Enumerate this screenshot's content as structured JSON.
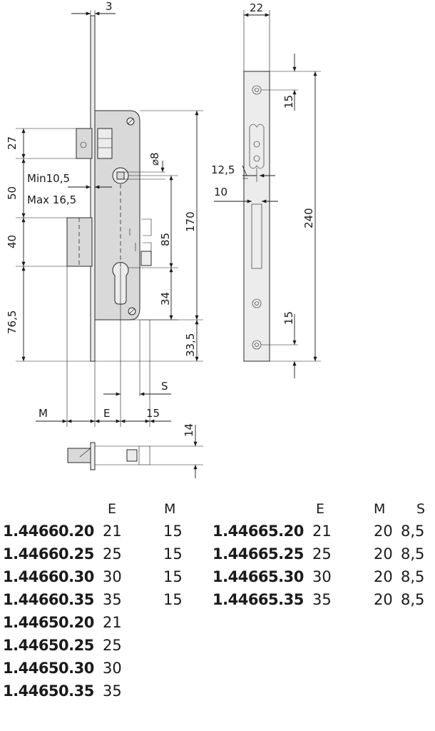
{
  "dimensions": {
    "d3": "3",
    "d22": "22",
    "d27": "27",
    "d50": "50",
    "d40": "40",
    "d76_5": "76,5",
    "min": "Min10,5",
    "max": "Max 16,5",
    "d8": "⌀8",
    "d170": "170",
    "d85": "85",
    "d34": "34",
    "d33_5": "33,5",
    "d15_top": "15",
    "d15_bottom": "15",
    "d12_5": "12,5",
    "d10": "10",
    "d240": "240",
    "S": "S",
    "M": "M",
    "E": "E",
    "d15_e": "15",
    "d14": "14"
  },
  "table_left": {
    "headers": {
      "e": "E",
      "m": "M"
    },
    "rows": [
      {
        "code": "1.44660.20",
        "e": "21",
        "m": "15"
      },
      {
        "code": "1.44660.25",
        "e": "25",
        "m": "15"
      },
      {
        "code": "1.44660.30",
        "e": "30",
        "m": "15"
      },
      {
        "code": "1.44660.35",
        "e": "35",
        "m": "15"
      },
      {
        "code": "1.44650.20",
        "e": "21",
        "m": ""
      },
      {
        "code": "1.44650.25",
        "e": "25",
        "m": ""
      },
      {
        "code": "1.44650.30",
        "e": "30",
        "m": ""
      },
      {
        "code": "1.44650.35",
        "e": "35",
        "m": ""
      }
    ]
  },
  "table_right": {
    "headers": {
      "e": "E",
      "m": "M",
      "s": "S"
    },
    "rows": [
      {
        "code": "1.44665.20",
        "e": "21",
        "m": "20",
        "s": "8,5"
      },
      {
        "code": "1.44665.25",
        "e": "25",
        "m": "20",
        "s": "8,5"
      },
      {
        "code": "1.44665.30",
        "e": "30",
        "m": "20",
        "s": "8,5"
      },
      {
        "code": "1.44665.35",
        "e": "35",
        "m": "20",
        "s": "8,5"
      }
    ]
  }
}
